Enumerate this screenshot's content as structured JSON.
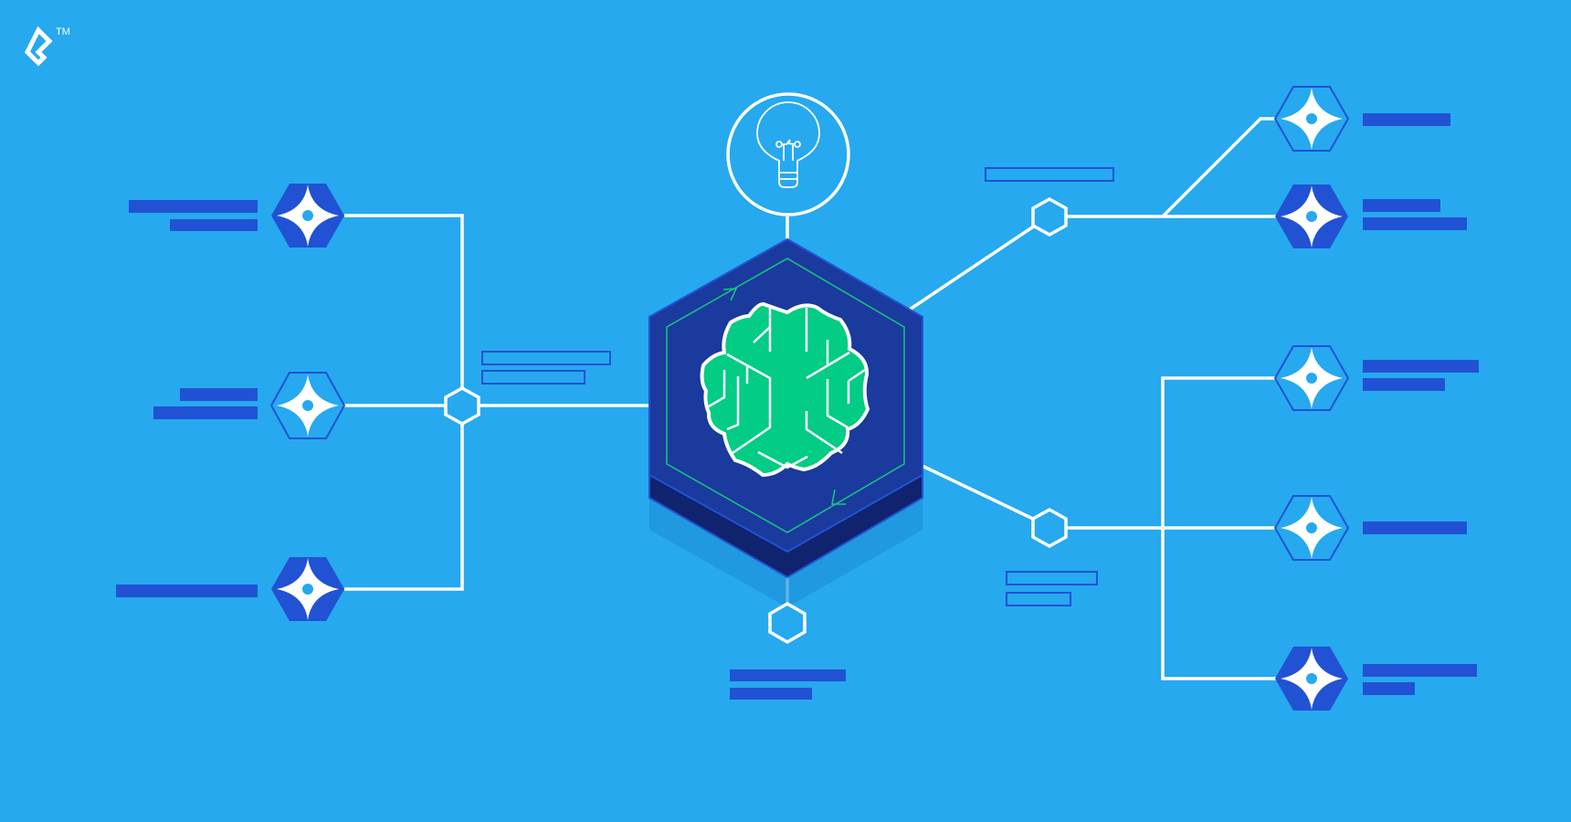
{
  "colors": {
    "background": "#26a9ef",
    "line": "#ffffff",
    "bar": "#2152d3",
    "hex_dark": "#1a3a9e",
    "hex_side": "#10236e",
    "brain": "#03cc84",
    "accent_green": "#17c97e"
  },
  "logo": {
    "name": "toptal-logo",
    "trademark": "TM"
  },
  "center": {
    "icon": "brain-icon",
    "top_node": "lightbulb-icon"
  },
  "nodes": {
    "left": [
      {
        "icon": "sparkle-icon",
        "style": "filled",
        "bars": 2
      },
      {
        "icon": "sparkle-icon",
        "style": "outline",
        "bars": 2
      },
      {
        "icon": "sparkle-icon",
        "style": "filled",
        "bars": 1
      }
    ],
    "right": [
      {
        "icon": "sparkle-icon",
        "style": "outline",
        "bars": 1
      },
      {
        "icon": "sparkle-icon",
        "style": "filled",
        "bars": 2
      },
      {
        "icon": "sparkle-icon",
        "style": "outline",
        "bars": 2
      },
      {
        "icon": "sparkle-icon",
        "style": "outline",
        "bars": 1
      },
      {
        "icon": "sparkle-icon",
        "style": "filled",
        "bars": 2
      }
    ]
  }
}
